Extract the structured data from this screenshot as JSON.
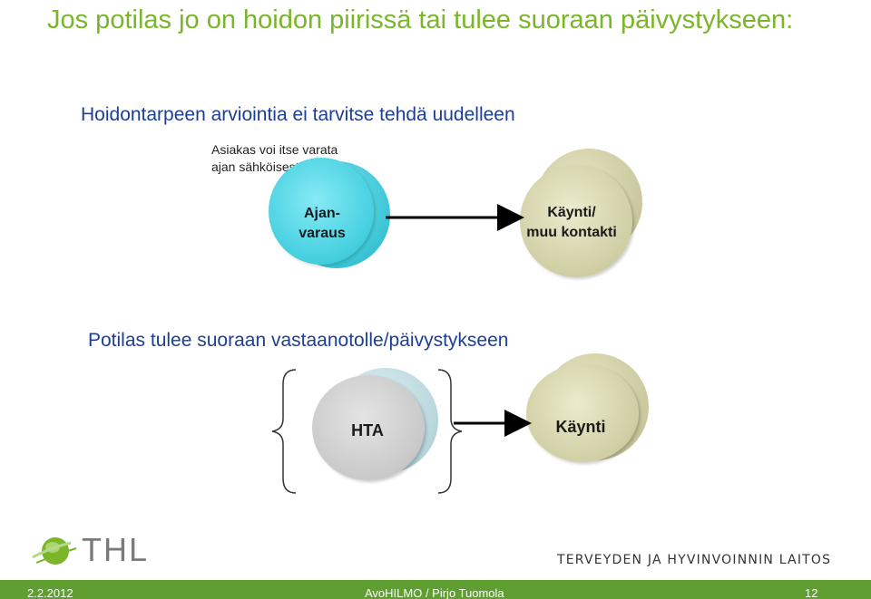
{
  "slide": {
    "title": "Jos potilas jo on hoidon piirissä tai tulee suoraan päivystykseen:",
    "section1_heading": "Hoidontarpeen arviointia ei tarvitse tehdä uudelleen",
    "section1_note": "Asiakas voi itse varata ajan sähköisesti",
    "disc_booking": [
      "Ajan-",
      "varaus"
    ],
    "disc_visit_contact": [
      "Käynti/",
      "muu kontakti"
    ],
    "section2_heading": "Potilas tulee suoraan vastaanotolle/päivystykseen",
    "disc_hta": "HTA",
    "disc_visit": "Käynti"
  },
  "branding": {
    "logo_text": "THL",
    "institute_name": "TERVEYDEN JA HYVINVOINNIN LAITOS",
    "brand_green": "#7ab52a",
    "heading_blue": "#1c3f95"
  },
  "footer": {
    "date": "2.2.2012",
    "center": "AvoHILMO / Pirjo Tuomola",
    "page": "12",
    "bar_color": "#5f9e31"
  }
}
